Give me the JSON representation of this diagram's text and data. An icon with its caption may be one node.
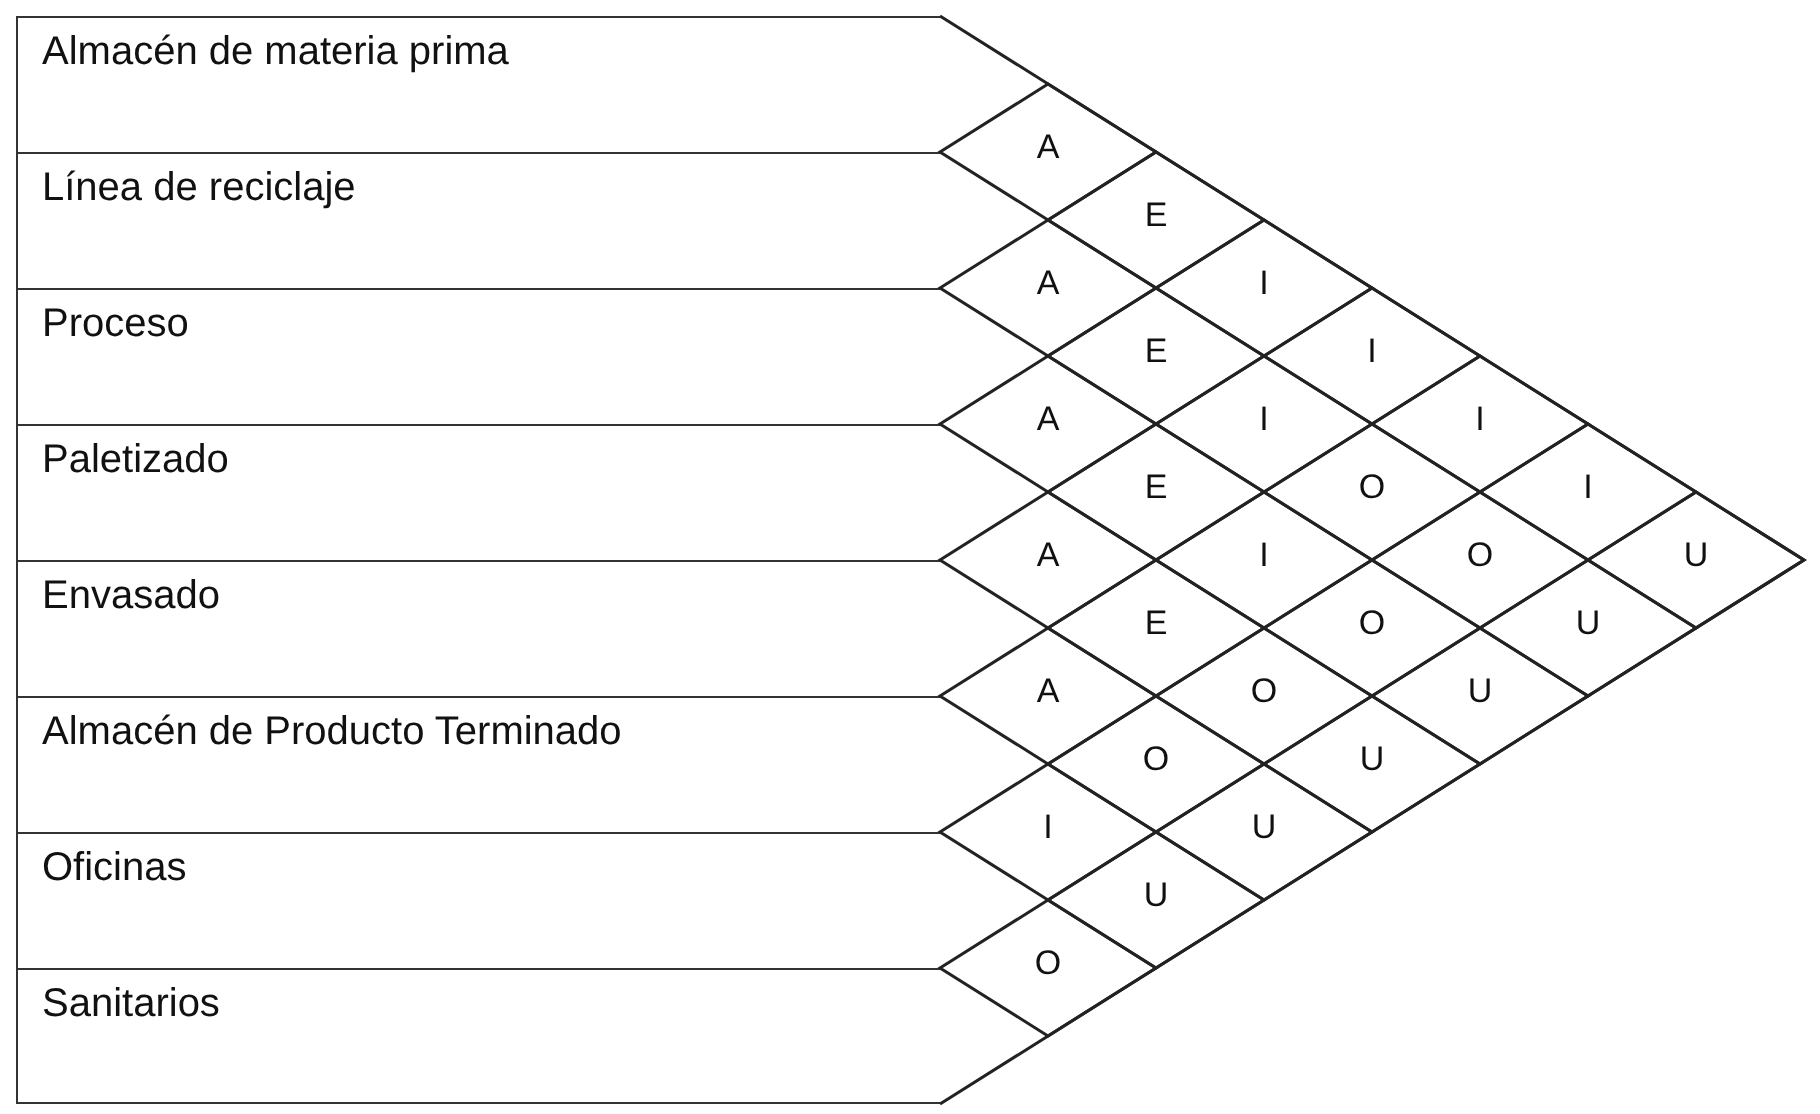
{
  "diagram": {
    "nodes": [
      {
        "text": [
          "Almacén de materia prima"
        ]
      },
      {
        "text": [
          "Línea de reciclaje"
        ]
      },
      {
        "text": [
          "Proceso"
        ]
      },
      {
        "text": [
          "Paletizado"
        ]
      },
      {
        "text": [
          "Envasado"
        ]
      },
      {
        "text": [
          "Almacén de Producto Terminado"
        ]
      },
      {
        "text": [
          "Oficinas"
        ]
      },
      {
        "text": [
          "Sanitarios"
        ]
      },
      {
        "text": [
          "A"
        ]
      },
      {
        "text": [
          "E"
        ]
      },
      {
        "text": [
          "I"
        ]
      },
      {
        "text": [
          "I"
        ]
      },
      {
        "text": [
          "I"
        ]
      },
      {
        "text": [
          "I"
        ]
      },
      {
        "text": [
          "U"
        ]
      },
      {
        "text": [
          "A"
        ]
      },
      {
        "text": [
          "E"
        ]
      },
      {
        "text": [
          "I"
        ]
      },
      {
        "text": [
          "O"
        ]
      },
      {
        "text": [
          "O"
        ]
      },
      {
        "text": [
          "U"
        ]
      },
      {
        "text": [
          "A"
        ]
      },
      {
        "text": [
          "E"
        ]
      },
      {
        "text": [
          "I"
        ]
      },
      {
        "text": [
          "O"
        ]
      },
      {
        "text": [
          "U"
        ]
      },
      {
        "text": [
          "A"
        ]
      },
      {
        "text": [
          "E"
        ]
      },
      {
        "text": [
          "O"
        ]
      },
      {
        "text": [
          "U"
        ]
      },
      {
        "text": [
          "A"
        ]
      },
      {
        "text": [
          "O"
        ]
      },
      {
        "text": [
          "U"
        ]
      },
      {
        "text": [
          "I"
        ]
      },
      {
        "text": [
          "U"
        ]
      },
      {
        "text": [
          "O"
        ]
      }
    ]
  }
}
